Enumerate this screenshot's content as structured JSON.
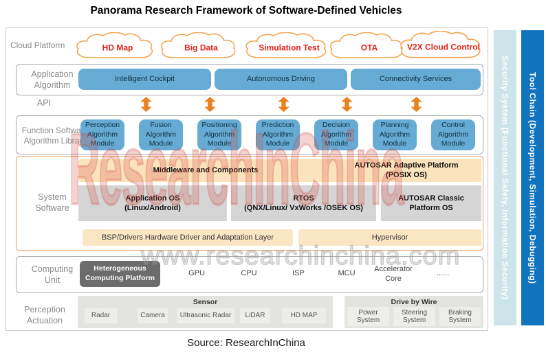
{
  "title": "Panorama Research Framework of Software-Defined Vehicles",
  "source": "Source: ResearchInChina",
  "watermarks": {
    "brand": "ResearchInChina",
    "url": "www.researchinchina.com"
  },
  "colors": {
    "module_blue": "#66abd4",
    "tool_chain_bar": "#1173be",
    "security_bar": "#cbe5ea",
    "api_arrow_orange": "#e8821e",
    "cloud_outline": "#f2a54e",
    "cloud_text_red": "#e02318",
    "middleware_tan": "#fbe3bd",
    "os_gray": "#d5d5d5",
    "platform_dark_gray": "#6c6c6c",
    "system_border_orange": "#ed9d5f"
  },
  "rows": {
    "cloud_platform": {
      "label": "Cloud Platform",
      "clouds": [
        "HD Map",
        "Big Data",
        "Simulation Test",
        "OTA",
        "V2X Cloud Control"
      ]
    },
    "application_algorithm": {
      "label": "Application Algorithm",
      "items": [
        "Intelligent Cockpit",
        "Autonomous Driving",
        "Connectivity Services"
      ]
    },
    "api": {
      "label": "API"
    },
    "function_software": {
      "label": "Function Software Algorithm Library",
      "modules": [
        "Perception Algorithm Module",
        "Fusion Algorithm Module",
        "Positioning Algorithm Module",
        "Prediction Algorithm Module",
        "Decision Algorithm Module",
        "Planning Algorithm Module",
        "Control Algorithm Module"
      ]
    },
    "system_software": {
      "label": "System Software",
      "middleware": "Middleware and Components",
      "autosar_adaptive": {
        "line1": "AUTOSAR Adaptive Platform",
        "line2": "(POSIX OS)"
      },
      "os_boxes": [
        {
          "line1": "Application OS",
          "line2": "(Linux/Android)"
        },
        {
          "line1": "RTOS",
          "line2": "(QNX/Linux/ VxWorks /OSEK OS)"
        },
        {
          "line1": "AUTOSAR Classic",
          "line2": "Platform OS"
        }
      ],
      "bsp": "BSP/Drivers Hardware Driver and Adaptation Layer",
      "hypervisor": "Hypervisor"
    },
    "computing_unit": {
      "label": "Computing Unit",
      "platform": "Heterogeneous Computing Platform",
      "items": [
        "GPU",
        "CPU",
        "ISP",
        "MCU",
        "Accelerator Core",
        "......"
      ]
    },
    "perception_actuation": {
      "label": "Perception Actuation",
      "sensor": {
        "title": "Sensor",
        "items": [
          "Radar",
          "Camera",
          "Ultrasonic Radar",
          "LiDAR",
          "HD MAP"
        ]
      },
      "drive_by_wire": {
        "title": "Drive by Wire",
        "items": [
          "Power System",
          "Steering System",
          "Braking System"
        ]
      }
    }
  },
  "side_bars": {
    "security": "Security System (Functional Safety, Information Security)",
    "tool_chain": "Tool Chain (Development, Simulation, Debugging)"
  }
}
